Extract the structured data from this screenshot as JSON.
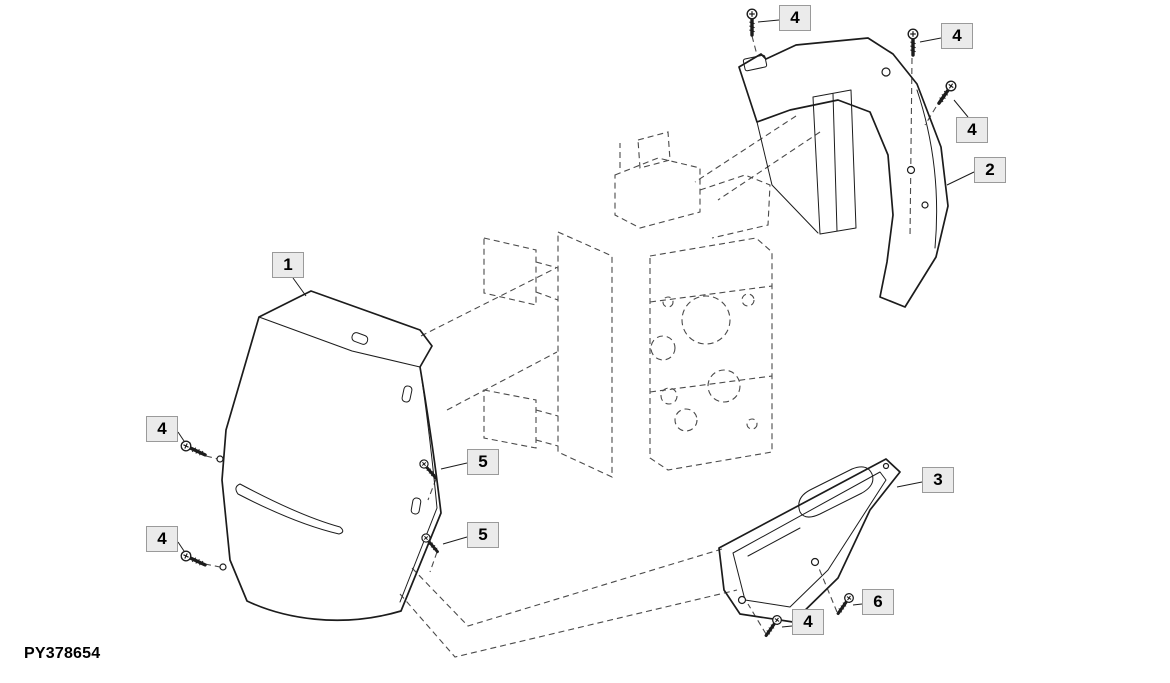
{
  "figure": {
    "part_code": "PY378654",
    "callouts": [
      {
        "label": "4"
      },
      {
        "label": "4"
      },
      {
        "label": "4"
      },
      {
        "label": "2"
      },
      {
        "label": "1"
      },
      {
        "label": "4"
      },
      {
        "label": "5"
      },
      {
        "label": "4"
      },
      {
        "label": "5"
      },
      {
        "label": "3"
      },
      {
        "label": "6"
      },
      {
        "label": "4"
      }
    ]
  },
  "colors": {
    "background": "#ffffff",
    "line": "#1c1c1c",
    "dashed_line": "#4a4a4a",
    "callout_bg": "#ebebeb",
    "callout_border": "#9a9a9a",
    "text": "#000000"
  }
}
